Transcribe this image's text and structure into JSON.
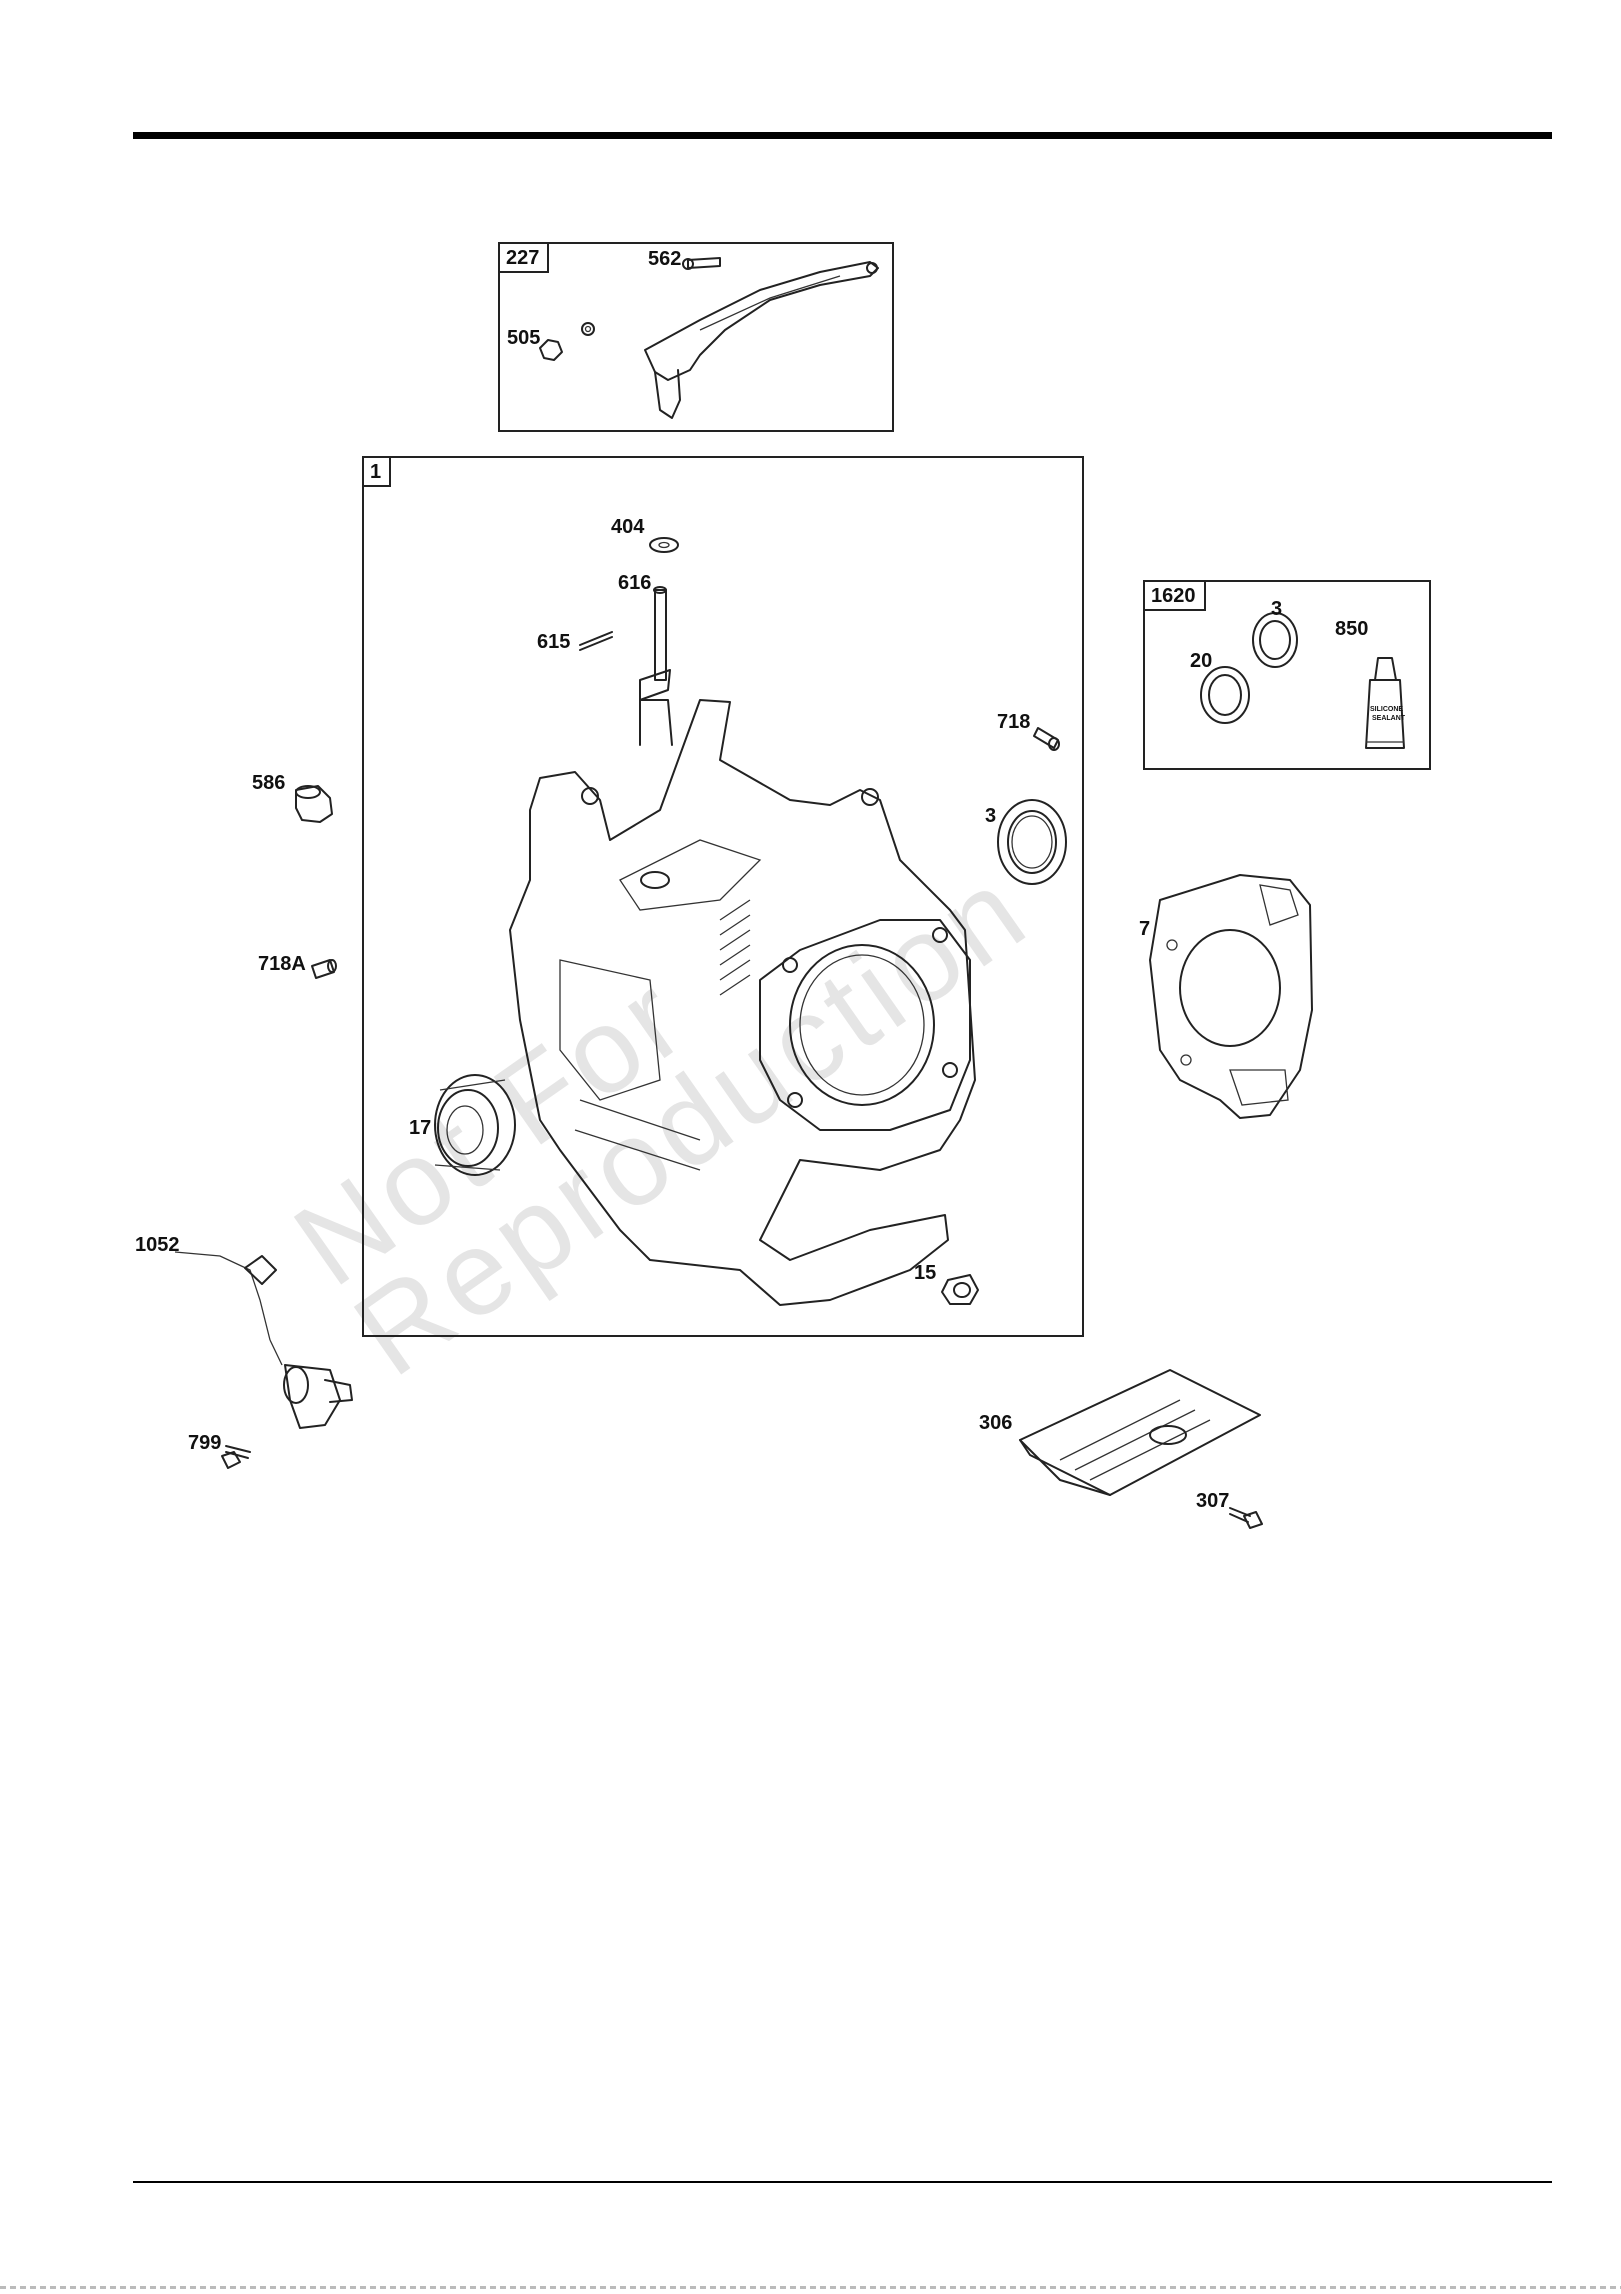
{
  "watermark": {
    "line1": "Not For",
    "line2": "Reproduction"
  },
  "assemblies": [
    {
      "tag": "227"
    },
    {
      "tag": "1"
    },
    {
      "tag": "1620"
    }
  ],
  "callouts": {
    "c562": "562",
    "c505": "505",
    "c404": "404",
    "c616": "616",
    "c615": "615",
    "c718": "718",
    "c3a": "3",
    "c586": "586",
    "c718A": "718A",
    "c17": "17",
    "c15": "15",
    "c3b": "3",
    "c850": "850",
    "c20": "20",
    "c7": "7",
    "c1052": "1052",
    "c799": "799",
    "c306": "306",
    "c307": "307"
  },
  "sealant_tube": {
    "line1": "SILICONE",
    "line2": "SEALANT"
  }
}
